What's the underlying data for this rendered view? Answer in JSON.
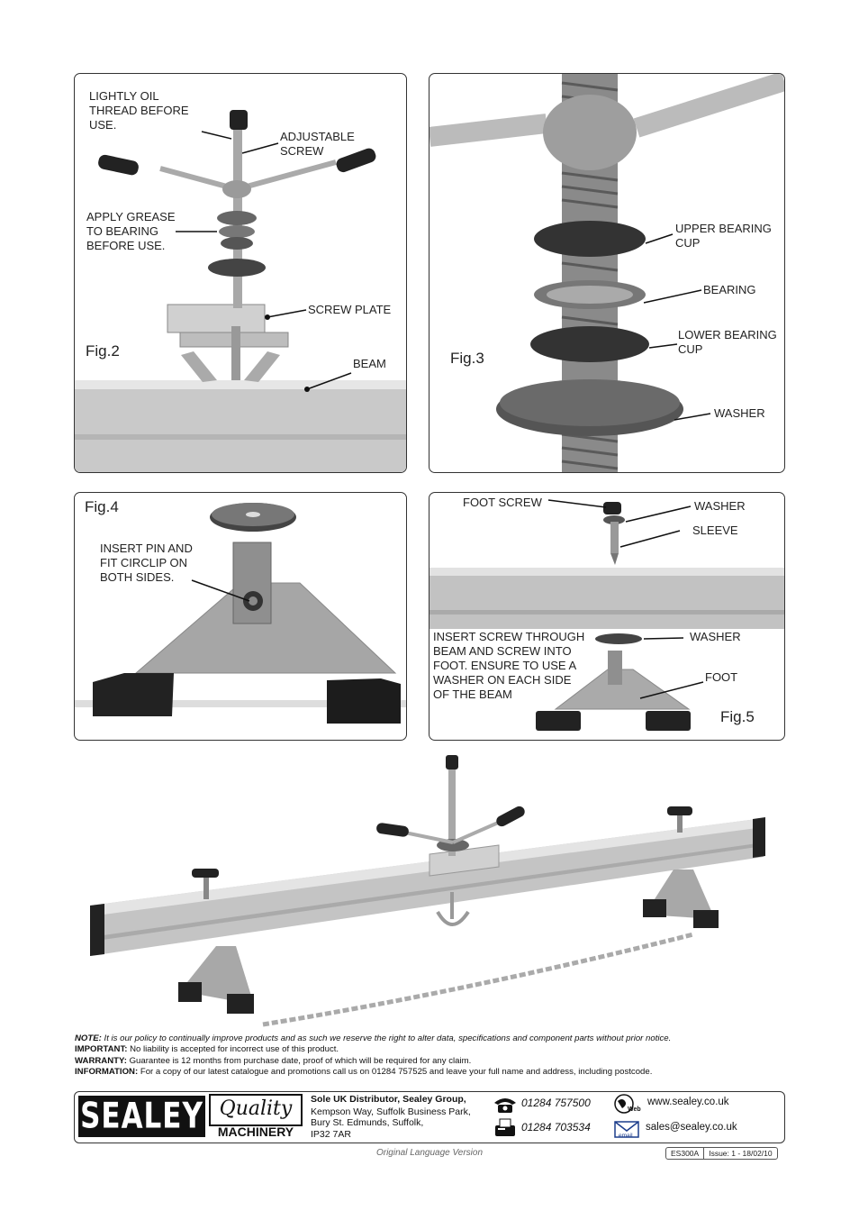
{
  "fig2": {
    "title": "Fig.2",
    "labels": {
      "oil": "LIGHTLY OIL\nTHREAD BEFORE\nUSE.",
      "screw": "ADJUSTABLE\nSCREW",
      "grease": "APPLY GREASE\nTO BEARING\nBEFORE USE.",
      "plate": "SCREW PLATE",
      "beam": "BEAM"
    }
  },
  "fig3": {
    "title": "Fig.3",
    "labels": {
      "upper": "UPPER BEARING\nCUP",
      "bearing": "BEARING",
      "lower": "LOWER BEARING\nCUP",
      "washer": "WASHER"
    }
  },
  "fig4": {
    "title": "Fig.4",
    "labels": {
      "pin": "INSERT PIN AND\nFIT CIRCLIP ON\nBOTH SIDES."
    }
  },
  "fig5": {
    "title": "Fig.5",
    "labels": {
      "foot_screw": "FOOT SCREW",
      "washer_top": "WASHER",
      "sleeve": "SLEEVE",
      "insert": "INSERT SCREW THROUGH\nBEAM AND SCREW INTO\nFOOT. ENSURE TO USE A\nWASHER ON EACH SIDE\nOF THE BEAM",
      "washer_bottom": "WASHER",
      "foot": "FOOT"
    }
  },
  "notes": {
    "note_label": "NOTE:",
    "note_text": " It is our policy to continually improve products and as such we reserve the right to alter data, specifications and component parts without prior notice.",
    "important_label": "IMPORTANT:",
    "important_text": " No liability is accepted for incorrect use of this product.",
    "warranty_label": "WARRANTY:",
    "warranty_text": " Guarantee is 12 months from purchase date, proof of which will be required for any claim.",
    "info_label": "INFORMATION:",
    "info_text": " For a copy of our latest catalogue and promotions call us on 01284 757525 and leave your full name and address, including postcode."
  },
  "footer": {
    "brand": "SEALEY",
    "quality": "Quality",
    "machinery": "MACHINERY",
    "distributor": "Sole UK Distributor, Sealey Group,",
    "address1": "Kempson Way, Suffolk Business Park,",
    "address2": "Bury St. Edmunds, Suffolk,",
    "address3": "IP32 7AR",
    "phone": "01284 757500",
    "fax": "01284 703534",
    "web_icon_text": "Web",
    "web": "www.sealey.co.uk",
    "email_icon_text": "email",
    "email": "sales@sealey.co.uk",
    "language": "Original Language Version",
    "code": "ES300A",
    "issue": "Issue: 1 - 18/02/10"
  }
}
